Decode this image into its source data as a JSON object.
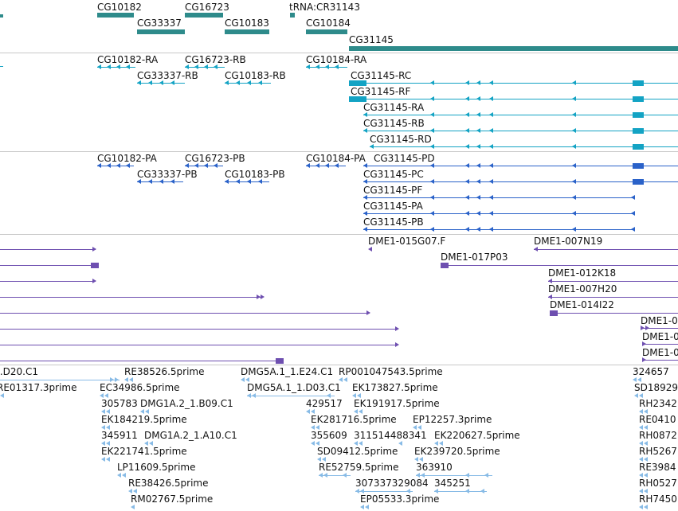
{
  "colors": {
    "gene": "#2e8b8b",
    "transcript": "#13a3c4",
    "protein": "#2a62c9",
    "bac": "#6e4fb0",
    "est": "#88bbe6",
    "divider": "#c8c8c8"
  },
  "tracks": [
    {
      "id": "genes",
      "color": "gene",
      "features": [
        {
          "label": "CG10182"
        },
        {
          "label": "CG16723"
        },
        {
          "label": "tRNA:CR31143"
        },
        {
          "label": "CG33337"
        },
        {
          "label": "CG10183"
        },
        {
          "label": "CG10184"
        },
        {
          "label": "CG31145"
        }
      ]
    },
    {
      "id": "transcripts",
      "color": "transcript",
      "features": [
        {
          "label": "CG10182-RA"
        },
        {
          "label": "CG16723-RB"
        },
        {
          "label": "CG10184-RA"
        },
        {
          "label": "CG33337-RB"
        },
        {
          "label": "CG10183-RB"
        },
        {
          "label": "CG31145-RC"
        },
        {
          "label": "CG31145-RF"
        },
        {
          "label": "CG31145-RA"
        },
        {
          "label": "CG31145-RB"
        },
        {
          "label": "CG31145-RD"
        }
      ]
    },
    {
      "id": "proteins",
      "color": "protein",
      "features": [
        {
          "label": "CG10182-PA"
        },
        {
          "label": "CG16723-PB"
        },
        {
          "label": "CG10184-PA"
        },
        {
          "label": "CG31145-PD"
        },
        {
          "label": "CG33337-PB"
        },
        {
          "label": "CG10183-PB"
        },
        {
          "label": "CG31145-PC"
        },
        {
          "label": "CG31145-PF"
        },
        {
          "label": "CG31145-PA"
        },
        {
          "label": "CG31145-PB"
        }
      ]
    },
    {
      "id": "bac-clones",
      "color": "bac",
      "features": [
        {
          "label": "DME1-015G07.F"
        },
        {
          "label": "DME1-007N19"
        },
        {
          "label": "DME1-017P03"
        },
        {
          "label": "DME1-012K18"
        },
        {
          "label": "DME1-007H20"
        },
        {
          "label": "DME1-014I22"
        },
        {
          "label": "DME1-0"
        },
        {
          "label": "DME1-0"
        },
        {
          "label": "DME1-0"
        },
        {
          "label": ""
        },
        {
          "label": ""
        },
        {
          "label": ""
        },
        {
          "label": ""
        },
        {
          "label": ""
        },
        {
          "label": ""
        },
        {
          "label": ""
        },
        {
          "label": ""
        }
      ]
    },
    {
      "id": "est",
      "color": "est",
      "features": [
        {
          "label": "..D20.C1"
        },
        {
          "label": "RE38526.5prime"
        },
        {
          "label": "DMG5A.1_1.E24.C1"
        },
        {
          "label": "RP001047543.5prime"
        },
        {
          "label": "324657"
        },
        {
          "label": "RE01317.3prime"
        },
        {
          "label": "EC34986.5prime"
        },
        {
          "label": "DMG5A.1_1.D03.C1"
        },
        {
          "label": "EK173827.5prime"
        },
        {
          "label": "SD18929"
        },
        {
          "label": "305783"
        },
        {
          "label": "DMG1A.2_1.B09.C1"
        },
        {
          "label": "429517"
        },
        {
          "label": "EK191917.5prime"
        },
        {
          "label": "RH2342"
        },
        {
          "label": "EK184219.5prime"
        },
        {
          "label": "EK281716.5prime"
        },
        {
          "label": "EP12257.3prime"
        },
        {
          "label": "RE0410"
        },
        {
          "label": "345911"
        },
        {
          "label": "DMG1A.2_1.A10.C1"
        },
        {
          "label": "355609"
        },
        {
          "label": "311514488341"
        },
        {
          "label": "EK220627.5prime"
        },
        {
          "label": "RH0872"
        },
        {
          "label": "EK221741.5prime"
        },
        {
          "label": "SD09412.5prime"
        },
        {
          "label": "EK239720.5prime"
        },
        {
          "label": "RH5267"
        },
        {
          "label": "LP11609.5prime"
        },
        {
          "label": "RE52759.5prime"
        },
        {
          "label": "363910"
        },
        {
          "label": "RE3984"
        },
        {
          "label": "RE38426.5prime"
        },
        {
          "label": "307337329084"
        },
        {
          "label": "345251"
        },
        {
          "label": "RH0527"
        },
        {
          "label": "RM02767.5prime"
        },
        {
          "label": "EP05533.3prime"
        },
        {
          "label": "RH7450"
        }
      ]
    }
  ]
}
